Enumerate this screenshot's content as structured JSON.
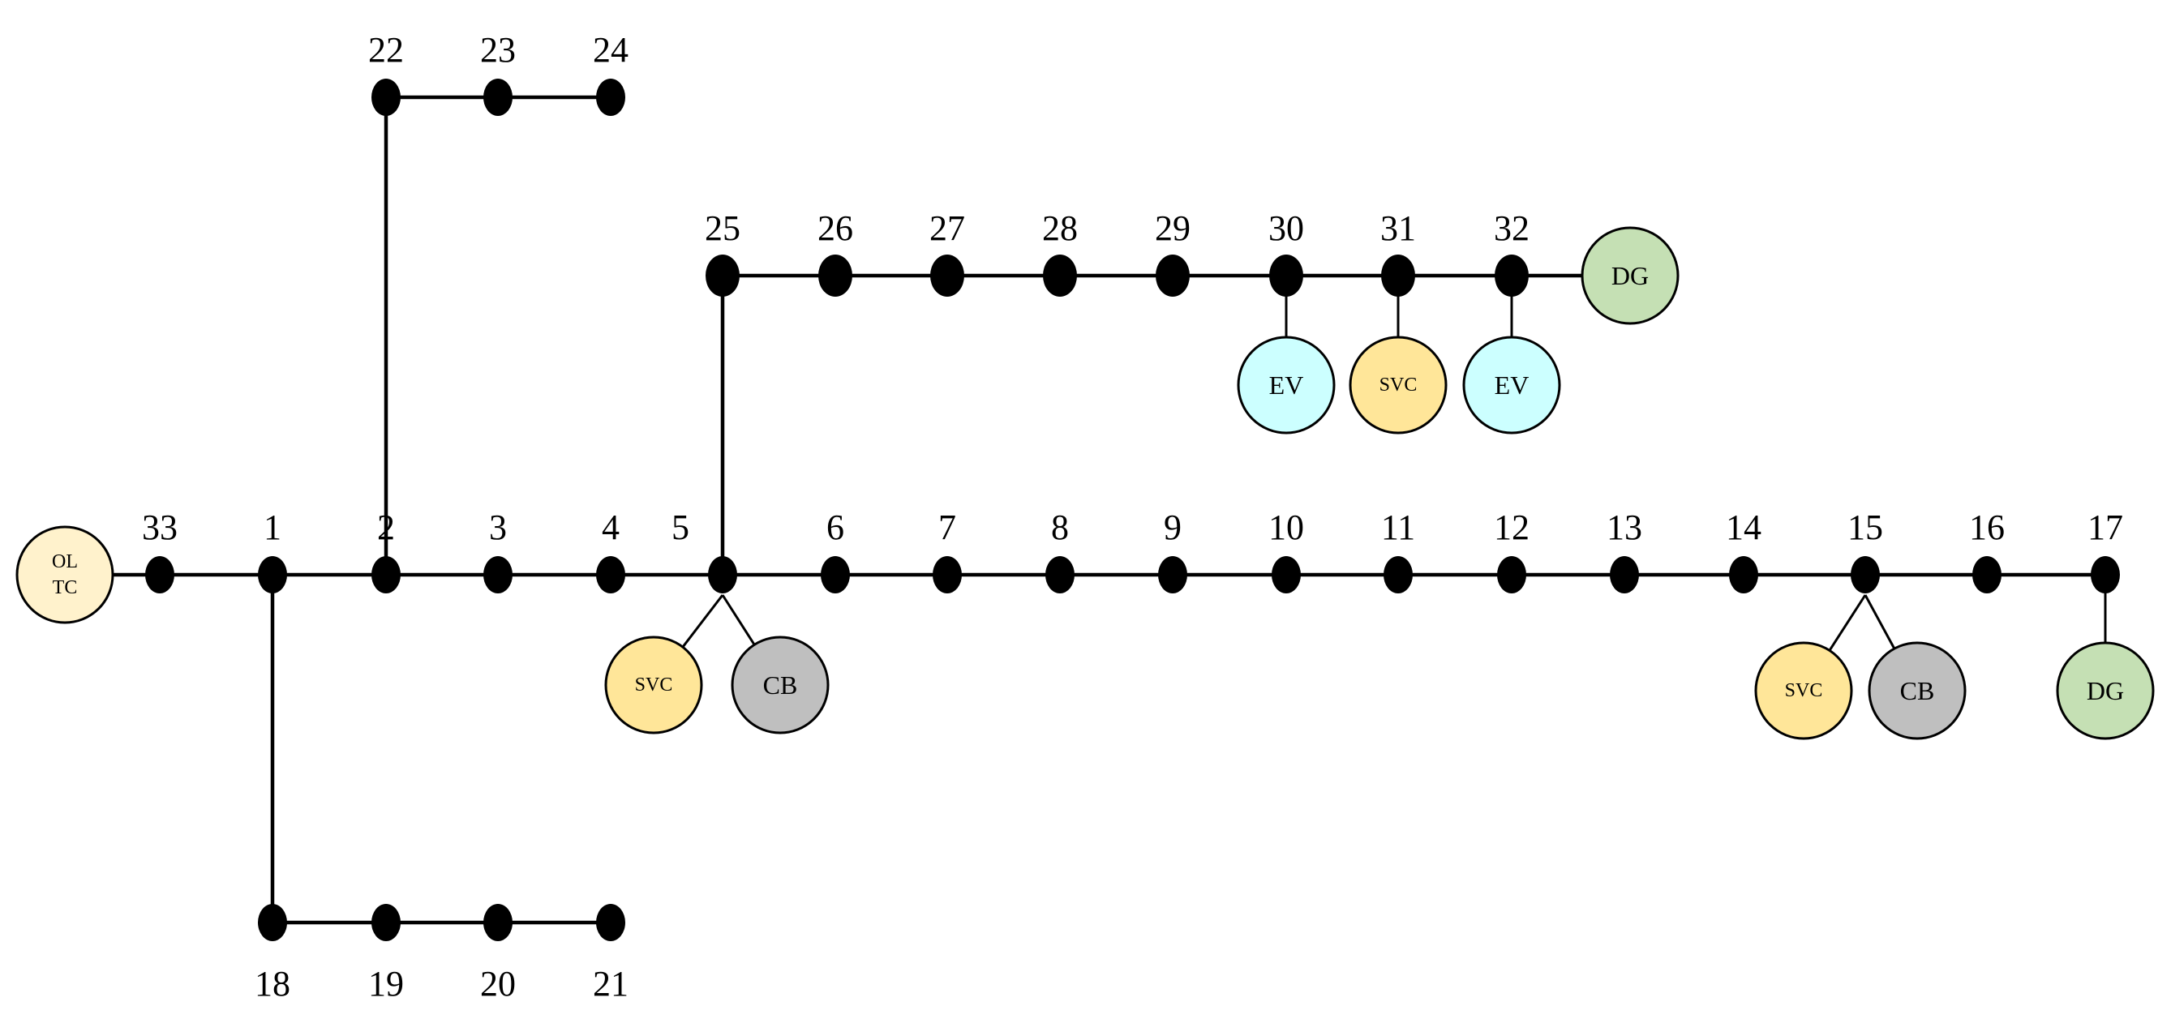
{
  "buses": [
    "1",
    "2",
    "3",
    "4",
    "5",
    "6",
    "7",
    "8",
    "9",
    "10",
    "11",
    "12",
    "13",
    "14",
    "15",
    "16",
    "17",
    "18",
    "19",
    "20",
    "21",
    "22",
    "23",
    "24",
    "25",
    "26",
    "27",
    "28",
    "29",
    "30",
    "31",
    "32",
    "33"
  ],
  "devices": [
    {
      "id": "oltc",
      "type": "OLTC",
      "lines": [
        "OL",
        "TC"
      ],
      "color": "#FFF2CC",
      "bus": "33"
    },
    {
      "id": "svc-5",
      "type": "SVC",
      "lines": [
        "SVC"
      ],
      "color": "#FFE699",
      "bus": "5"
    },
    {
      "id": "cb-5",
      "type": "CB",
      "lines": [
        "CB"
      ],
      "color": "#BFBFBF",
      "bus": "5"
    },
    {
      "id": "ev-30",
      "type": "EV",
      "lines": [
        "EV"
      ],
      "color": "#CCFFFF",
      "bus": "30"
    },
    {
      "id": "svc-31",
      "type": "SVC",
      "lines": [
        "SVC"
      ],
      "color": "#FFE699",
      "bus": "31"
    },
    {
      "id": "ev-32",
      "type": "EV",
      "lines": [
        "EV"
      ],
      "color": "#CCFFFF",
      "bus": "32"
    },
    {
      "id": "dg-32",
      "type": "DG",
      "lines": [
        "DG"
      ],
      "color": "#C5E0B4",
      "bus": "32"
    },
    {
      "id": "svc-15",
      "type": "SVC",
      "lines": [
        "SVC"
      ],
      "color": "#FFE699",
      "bus": "15"
    },
    {
      "id": "cb-15",
      "type": "CB",
      "lines": [
        "CB"
      ],
      "color": "#BFBFBF",
      "bus": "15"
    },
    {
      "id": "dg-17",
      "type": "DG",
      "lines": [
        "DG"
      ],
      "color": "#C5E0B4",
      "bus": "17"
    }
  ],
  "branches": [
    [
      "33",
      "1"
    ],
    [
      "1",
      "2"
    ],
    [
      "2",
      "3"
    ],
    [
      "3",
      "4"
    ],
    [
      "4",
      "5"
    ],
    [
      "5",
      "6"
    ],
    [
      "6",
      "7"
    ],
    [
      "7",
      "8"
    ],
    [
      "8",
      "9"
    ],
    [
      "9",
      "10"
    ],
    [
      "10",
      "11"
    ],
    [
      "11",
      "12"
    ],
    [
      "12",
      "13"
    ],
    [
      "13",
      "14"
    ],
    [
      "14",
      "15"
    ],
    [
      "15",
      "16"
    ],
    [
      "16",
      "17"
    ],
    [
      "1",
      "18"
    ],
    [
      "18",
      "19"
    ],
    [
      "19",
      "20"
    ],
    [
      "20",
      "21"
    ],
    [
      "2",
      "22"
    ],
    [
      "22",
      "23"
    ],
    [
      "23",
      "24"
    ],
    [
      "5",
      "25"
    ],
    [
      "25",
      "26"
    ],
    [
      "26",
      "27"
    ],
    [
      "27",
      "28"
    ],
    [
      "28",
      "29"
    ],
    [
      "29",
      "30"
    ],
    [
      "30",
      "31"
    ],
    [
      "31",
      "32"
    ]
  ]
}
